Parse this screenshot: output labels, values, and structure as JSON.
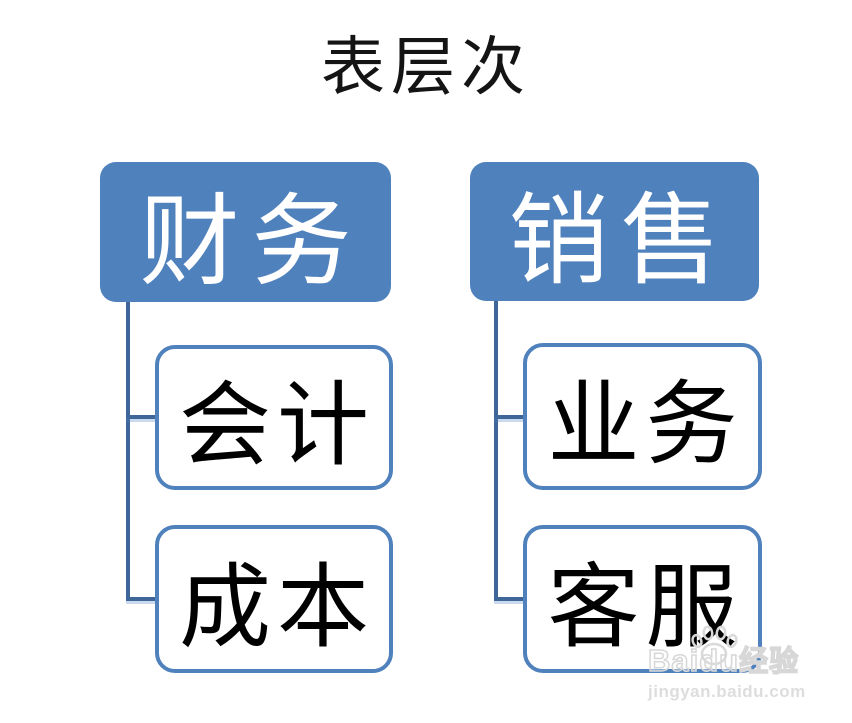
{
  "title": "表层次",
  "tree": {
    "groups": [
      {
        "parent": "财务",
        "children": [
          "会计",
          "成本"
        ]
      },
      {
        "parent": "销售",
        "children": [
          "业务",
          "客服"
        ]
      }
    ]
  },
  "colors": {
    "parent_fill": "#4f81bd",
    "child_border": "#4f81bd",
    "connector": "#3f6699",
    "title_text": "#141414",
    "watermark_gray": "#d7d7d7"
  },
  "watermark": {
    "brand_latin": "Baidu",
    "brand_cn": "经验",
    "url": "jingyan.baidu.com",
    "icon": "baidu-paw-icon"
  }
}
